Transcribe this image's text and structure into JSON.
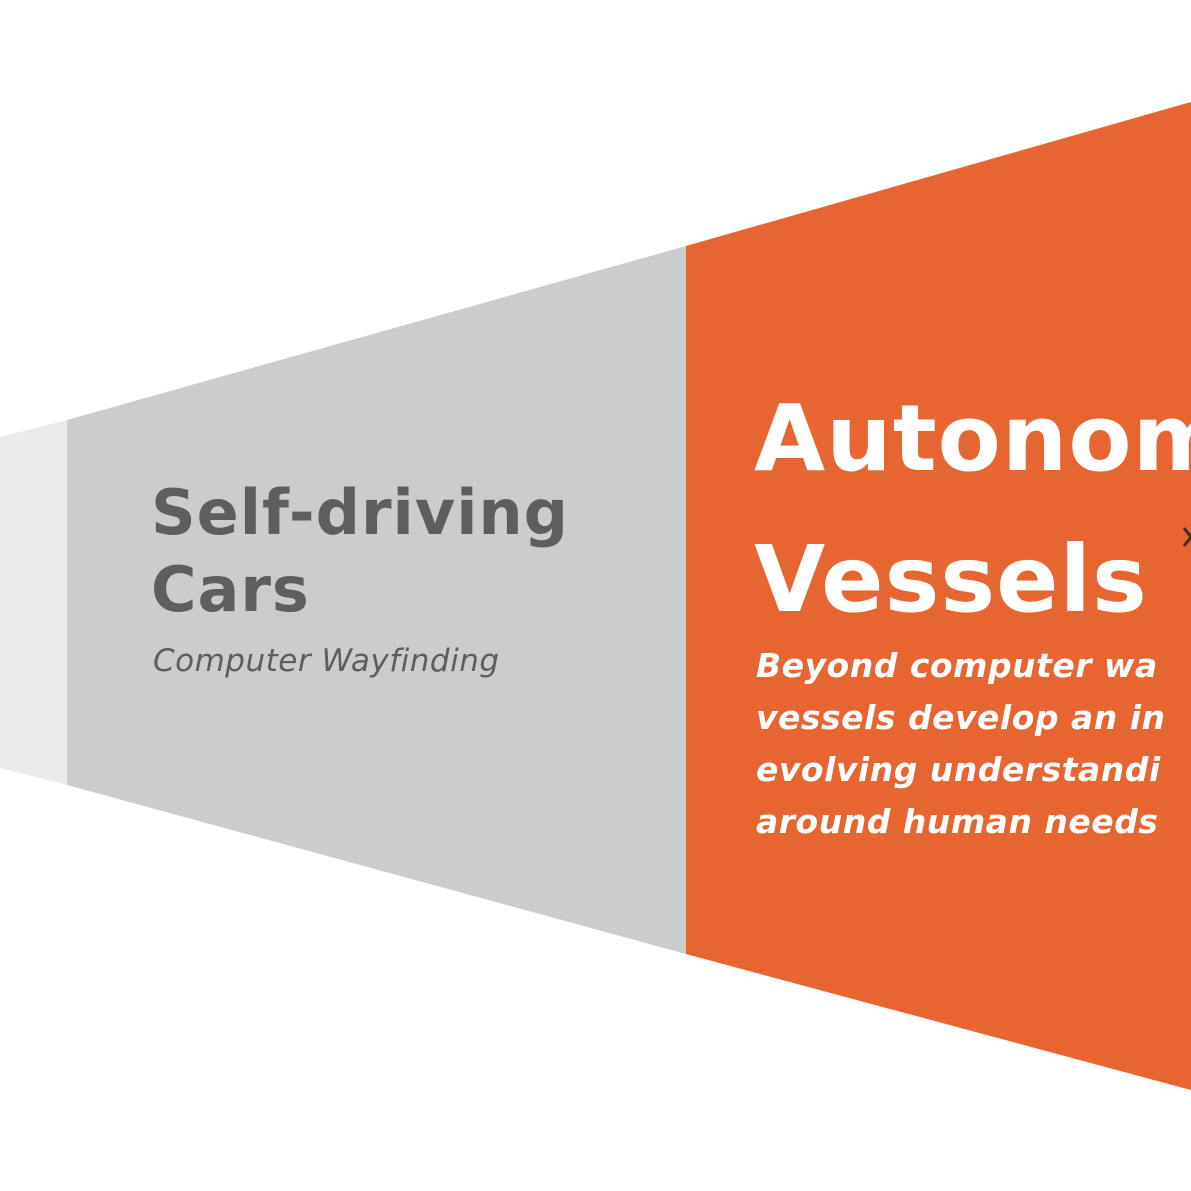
{
  "colors": {
    "background": "#ffffff",
    "stage_pale": "#ebebeb",
    "stage_gray": "#cbcccd",
    "stage_orange": "#e66531",
    "text_gray": "#5c5e60",
    "text_white": "#ffffff",
    "mark_dark": "#333333"
  },
  "stages": [
    {
      "title_lines": [
        "Self-driving",
        "Cars"
      ],
      "subtitle": "Computer Wayfinding"
    },
    {
      "title_lines": [
        "Autonom",
        "Vessels"
      ],
      "subtitle_lines": [
        "Beyond computer wa",
        "vessels develop an in",
        "evolving understandi",
        "around human needs"
      ]
    }
  ],
  "icons": {
    "partial_mark": "chevron-right-icon"
  }
}
